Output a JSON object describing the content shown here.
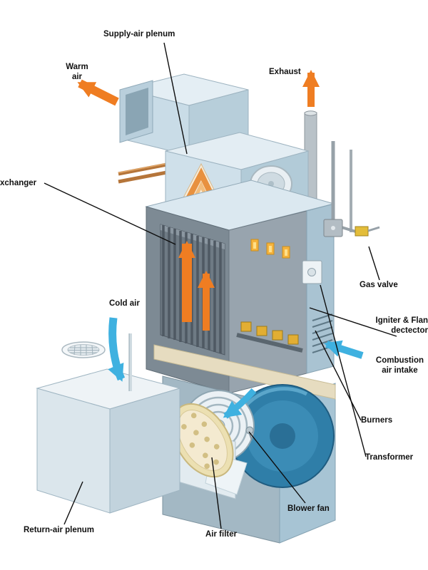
{
  "diagram": {
    "labels": {
      "supply_air_plenum": "Supply-air plenum",
      "warm_air": "Warm\nair",
      "exhaust": "Exhaust",
      "heat_exchanger": "xchanger",
      "cold_air": "Cold air",
      "gas_valve": "Gas valve",
      "igniter_flame_detector": "Igniter & Flan\ndectector",
      "combustion_air_intake": "Combustion\nair intake",
      "burners": "Burners",
      "transformer": "Transformer",
      "return_air_plenum": "Return-air plenum",
      "air_filter": "Air filter",
      "blower_fan": "Blower fan"
    },
    "colors": {
      "warm_flow": "#ef7d22",
      "cool_flow": "#3fb1e0",
      "cabinet_blue": "#cfe0ea",
      "blower_blue": "#2f7ea8",
      "burner_yellow": "#e9b93c",
      "label_text": "#111111"
    }
  }
}
